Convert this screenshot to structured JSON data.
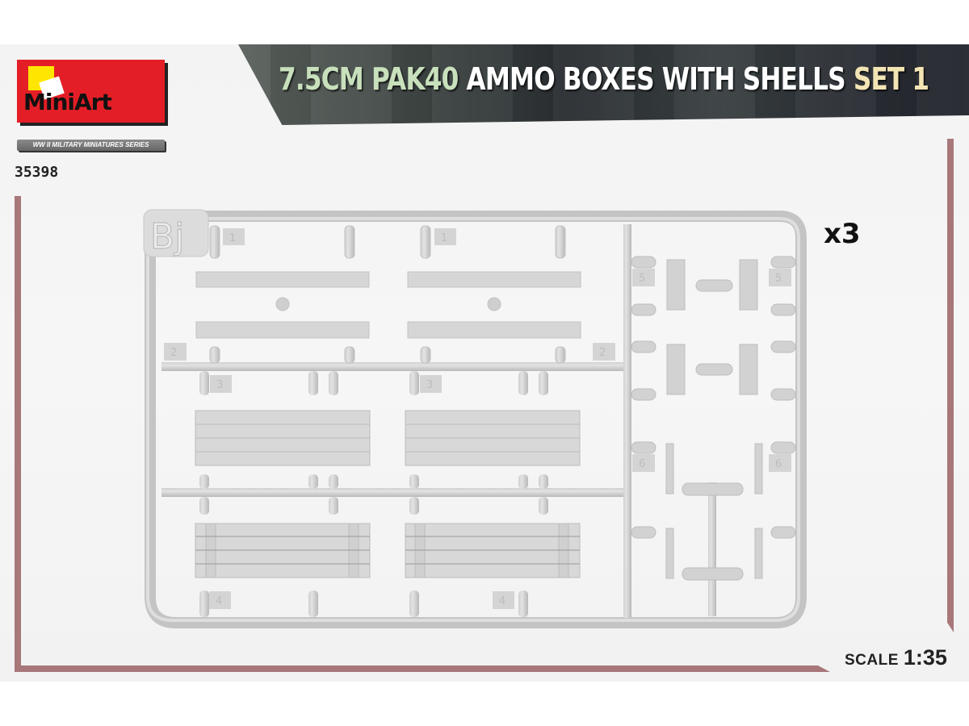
{
  "brand": {
    "logo_text": "MiniArt",
    "series": "WW II MILITARY MINIATURES SERIES",
    "kit_number": "35398",
    "colors": {
      "red": "#e41e26",
      "yellow": "#ffe600",
      "frame": "#a8777a"
    }
  },
  "title": {
    "part1": "7.5CM PAK40",
    "part2": " AMMO BOXES WITH SHELLS ",
    "part3": "SET 1"
  },
  "sprue": {
    "letter": "Bj",
    "quantity": "x3",
    "part_labels": [
      "1",
      "1",
      "2",
      "2",
      "3",
      "3",
      "4",
      "4",
      "5",
      "5",
      "6",
      "6"
    ]
  },
  "scale": {
    "label": "SCALE",
    "value": "1:35"
  }
}
